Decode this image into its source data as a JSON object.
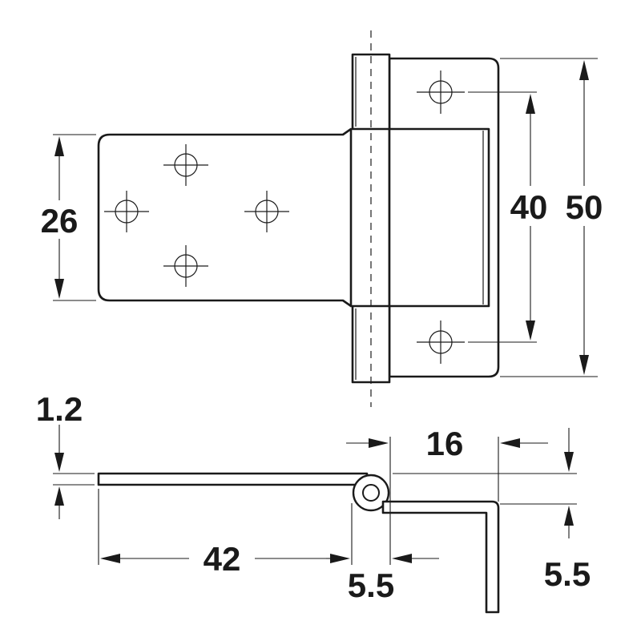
{
  "dimensions": {
    "d26": "26",
    "d40": "40",
    "d50": "50",
    "d1_2": "1.2",
    "d16": "16",
    "d42": "42",
    "d5_5_left": "5.5",
    "d5_5_right": "5.5"
  }
}
